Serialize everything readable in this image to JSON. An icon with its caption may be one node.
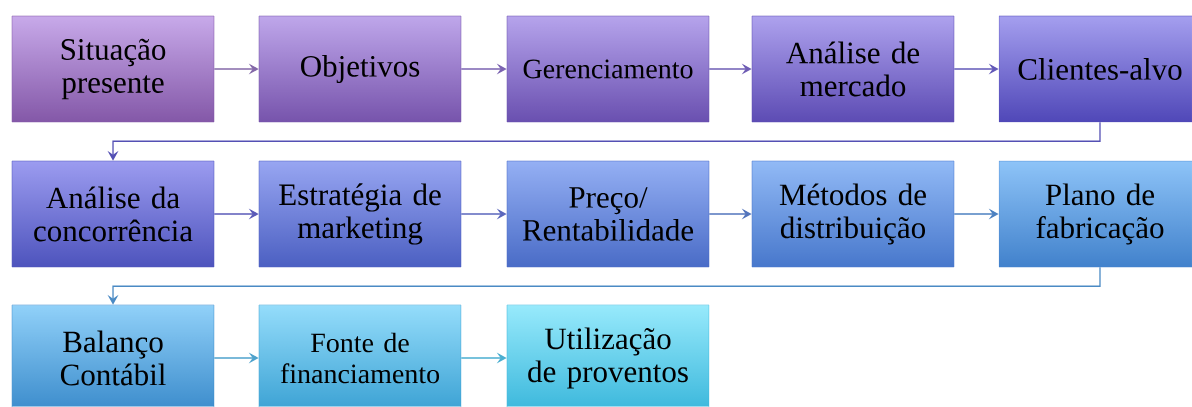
{
  "diagram": {
    "nodes": [
      {
        "text": [
          "Situação presente"
        ]
      },
      {
        "text": [
          "Objetivos"
        ]
      },
      {
        "text": [
          "Gerenciamento"
        ]
      },
      {
        "text": [
          "Análise de mercado"
        ]
      },
      {
        "text": [
          "Clientes-alvo"
        ]
      },
      {
        "text": [
          "Análise da concorrência"
        ]
      },
      {
        "text": [
          "Estratégia de marketing"
        ]
      },
      {
        "text": [
          "Preço/ Rentabilidade"
        ]
      },
      {
        "text": [
          "Métodos de distribuição"
        ]
      },
      {
        "text": [
          "Plano de fabricação"
        ]
      },
      {
        "text": [
          "Balanço Contábil"
        ]
      },
      {
        "text": [
          "Fonte de financiamento"
        ]
      },
      {
        "text": [
          "Utilização de proventos"
        ]
      }
    ],
    "edges": [
      {
        "from": 0,
        "to": 1,
        "arrow": "to",
        "color": "#8468a8"
      },
      {
        "from": 1,
        "to": 2,
        "arrow": "to",
        "color": "#7a62b0"
      },
      {
        "from": 2,
        "to": 3,
        "arrow": "to",
        "color": "#6e5cb4"
      },
      {
        "from": 3,
        "to": 4,
        "arrow": "to",
        "color": "#6258b8"
      },
      {
        "from": 4,
        "to": 5,
        "arrow": "to",
        "color": "#5450b4"
      },
      {
        "from": 5,
        "to": 6,
        "arrow": "to",
        "color": "#5a5ab8"
      },
      {
        "from": 6,
        "to": 7,
        "arrow": "to",
        "color": "#5a66bc"
      },
      {
        "from": 7,
        "to": 8,
        "arrow": "to",
        "color": "#5274bc"
      },
      {
        "from": 8,
        "to": 9,
        "arrow": "to",
        "color": "#4c80c0"
      },
      {
        "from": 9,
        "to": 10,
        "arrow": "to",
        "color": "#4a8ac4"
      },
      {
        "from": 10,
        "to": 11,
        "arrow": "to",
        "color": "#4ea2cc"
      },
      {
        "from": 11,
        "to": 12,
        "arrow": "to",
        "color": "#4aaed0"
      }
    ]
  }
}
